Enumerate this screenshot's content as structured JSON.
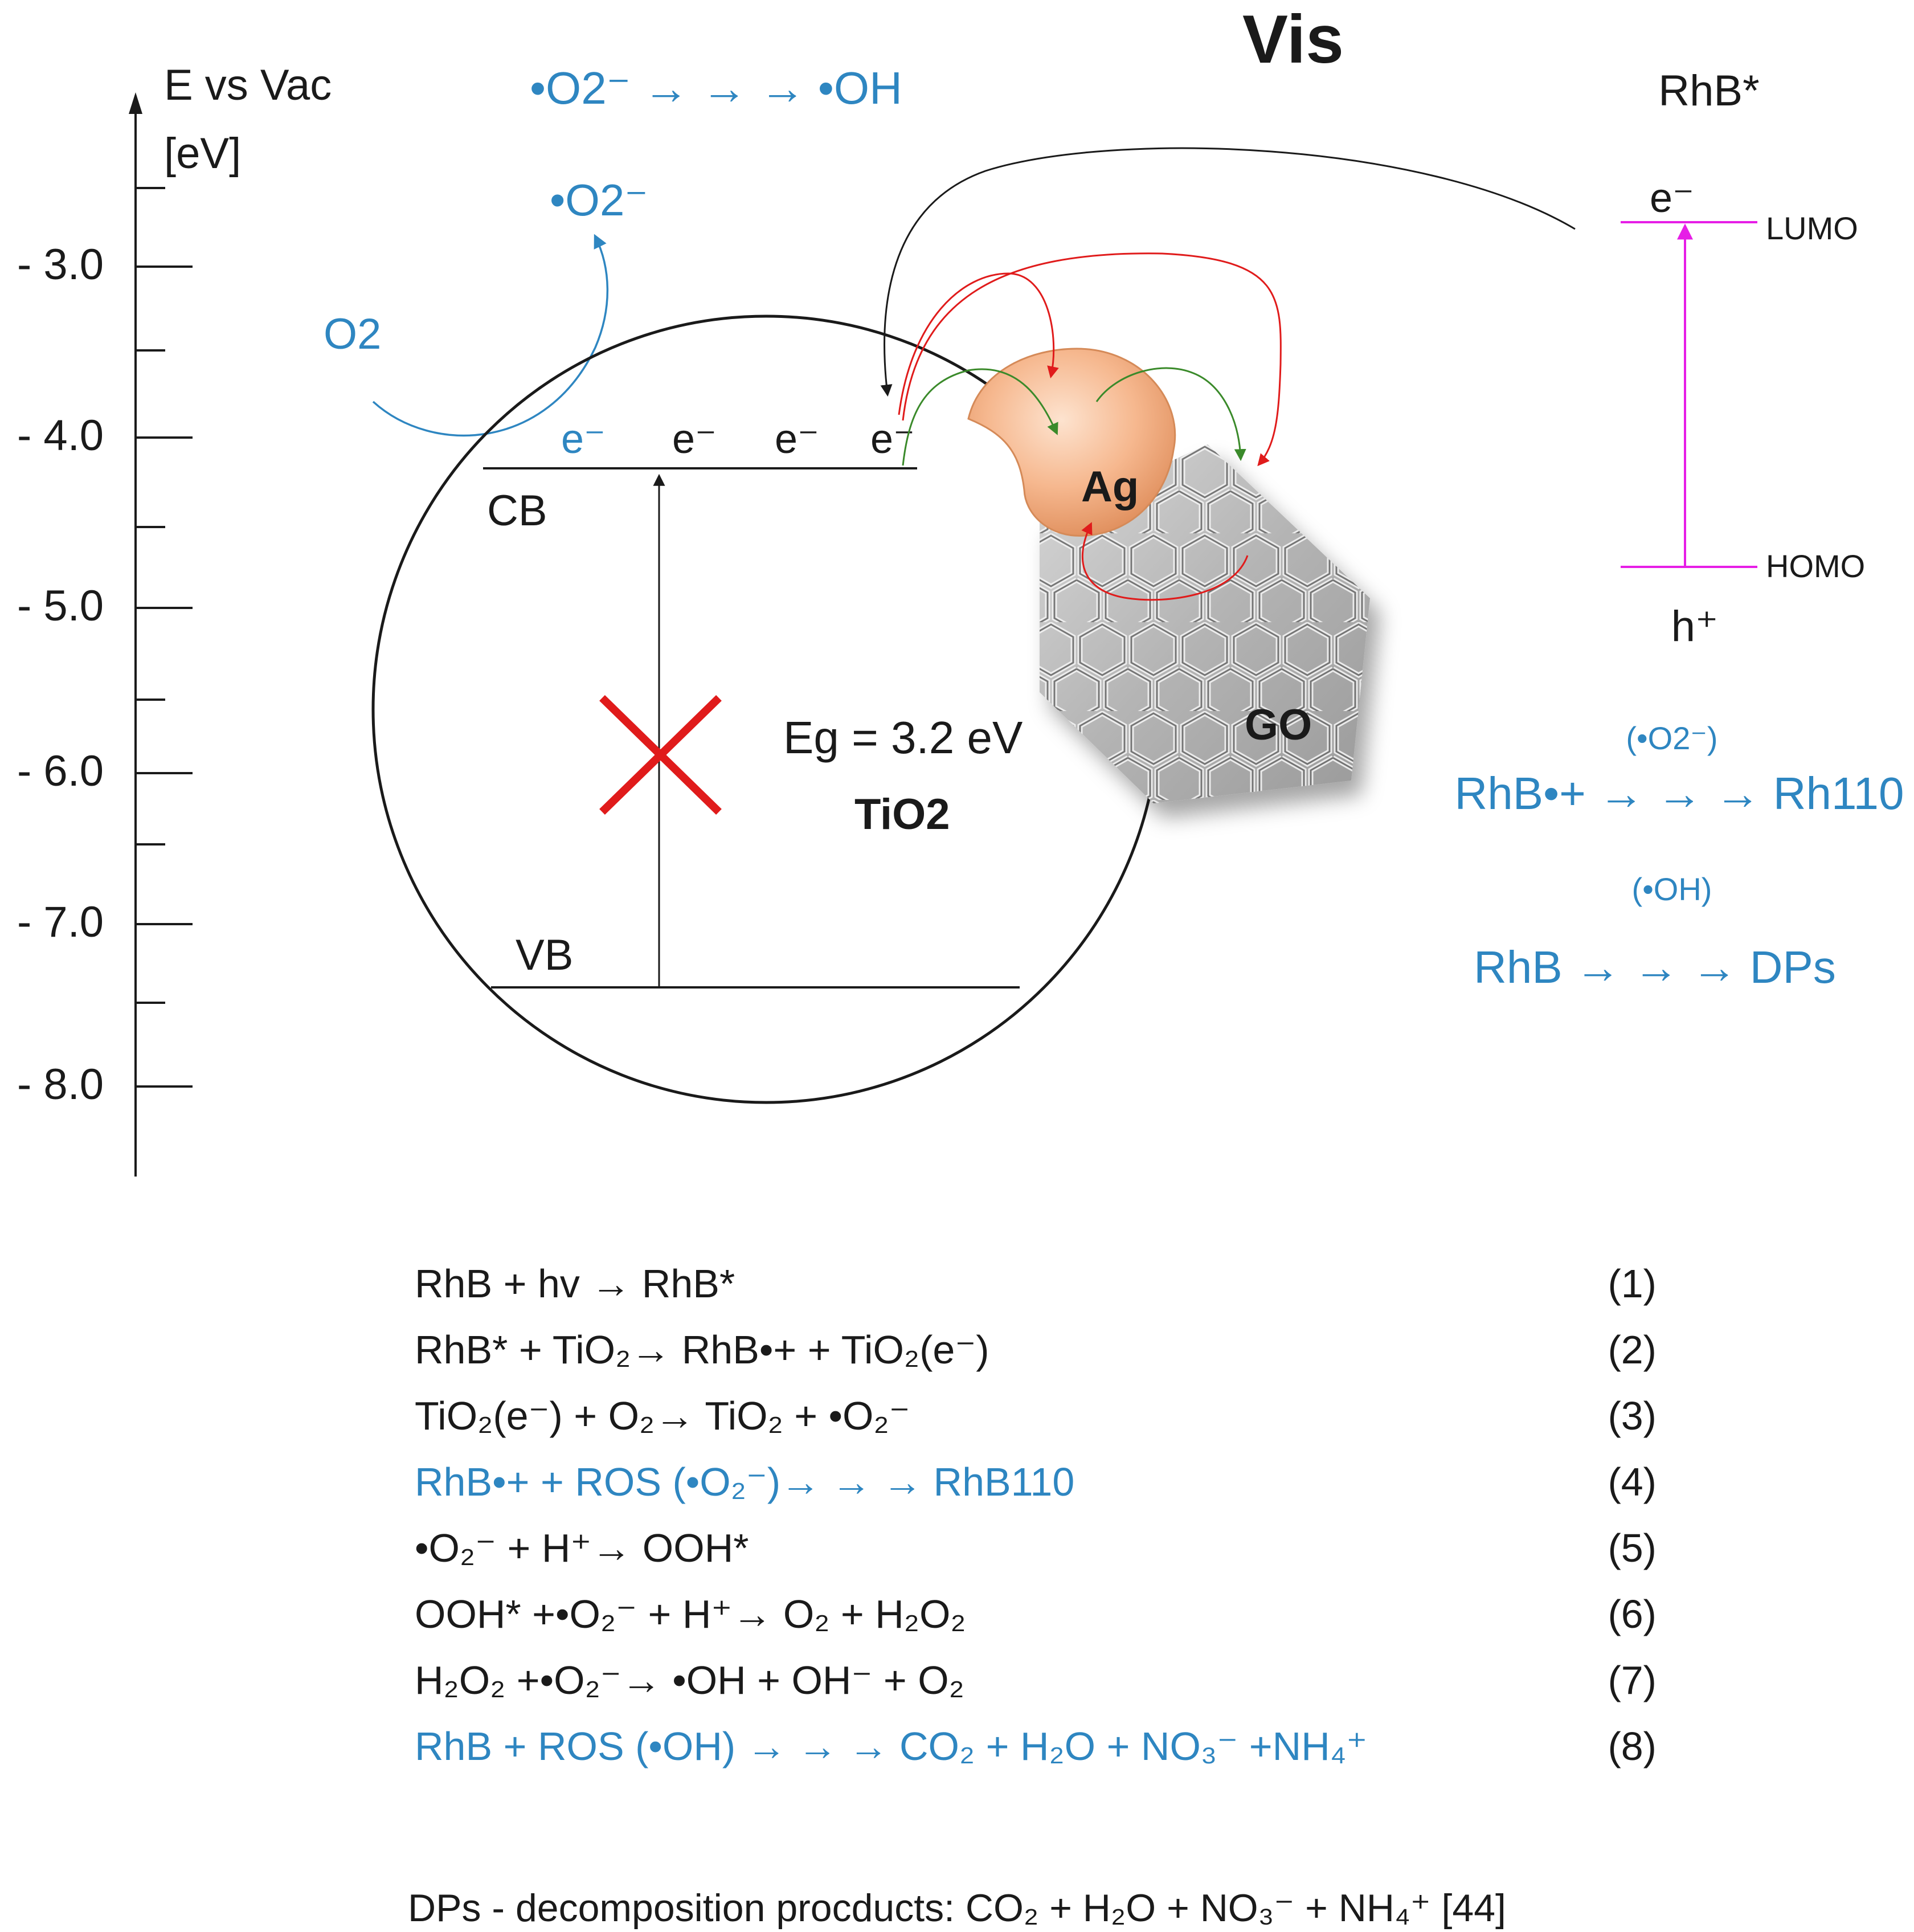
{
  "energy_axis": {
    "title_line1": "E vs Vac",
    "title_line2": "[eV]",
    "ticks": [
      "- 3.0",
      "- 4.0",
      "- 5.0",
      "- 6.0",
      "- 7.0",
      "- 8.0"
    ]
  },
  "light": "Vis",
  "top_reaction": "•O2⁻ → → → •OH",
  "superoxide": "•O2⁻",
  "oxygen": "O2",
  "tio2": {
    "cb": "CB",
    "vb": "VB",
    "electron": "e⁻",
    "bandgap": "Eg = 3.2 eV",
    "name": "TiO2"
  },
  "ag_label": "Ag",
  "go_label": "GO",
  "dye": {
    "name": "RhB*",
    "electron": "e⁻",
    "hole": "h⁺",
    "lumo": "LUMO",
    "homo": "HOMO"
  },
  "pathway1": {
    "condition": "(•O2⁻)",
    "reaction": "RhB•+ → → → Rh110"
  },
  "pathway2": {
    "condition": "(•OH)",
    "reaction": "RhB → → → DPs"
  },
  "equations": [
    {
      "text": "RhB + hv → RhB*",
      "number": "(1)",
      "color": "black"
    },
    {
      "text": "RhB* + TiO₂→ RhB•+ + TiO₂(e⁻)",
      "number": "(2)",
      "color": "black"
    },
    {
      "text": "TiO₂(e⁻) + O₂→ TiO₂ + •O₂⁻",
      "number": "(3)",
      "color": "black"
    },
    {
      "text": "RhB•+ + ROS (•O₂⁻)→ → → RhB110",
      "number": "(4)",
      "color": "blue"
    },
    {
      "text": "•O₂⁻ + H⁺→ OOH*",
      "number": "(5)",
      "color": "black"
    },
    {
      "text": "OOH* +•O₂⁻ + H⁺→ O₂ + H₂O₂",
      "number": "(6)",
      "color": "black"
    },
    {
      "text": "H₂O₂ +•O₂⁻→ •OH + OH⁻ + O₂",
      "number": "(7)",
      "color": "black"
    },
    {
      "text": "RhB + ROS (•OH) → → → CO₂ + H₂O + NO₃⁻ +NH₄⁺",
      "number": "(8)",
      "color": "blue"
    }
  ],
  "footnote": "DPs - decomposition procducts: CO₂ + H₂O + NO₃⁻ + NH₄⁺ [44]",
  "colors": {
    "blue": "#2e86c1",
    "red": "#e01b1b",
    "green": "#3a8a2a",
    "magenta": "#e61ee6",
    "silver": "#f2b48c"
  }
}
